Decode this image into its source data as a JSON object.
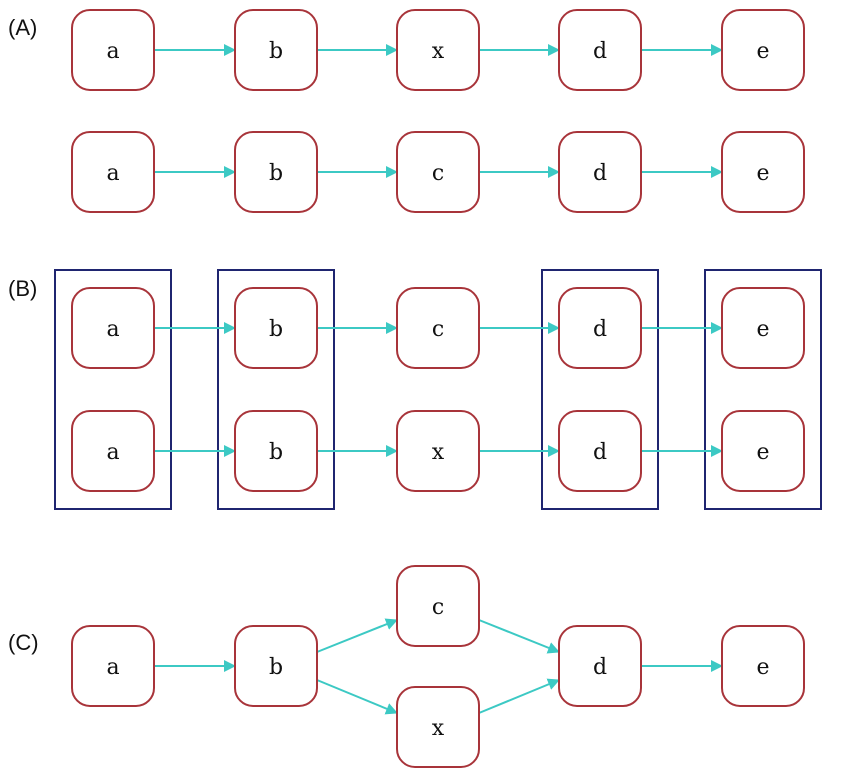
{
  "colors": {
    "node_stroke": "#a8343a",
    "edge": "#3cc9c4",
    "group_stroke": "#1f2570",
    "text": "#111111",
    "background": "#ffffff"
  },
  "sections": [
    {
      "id": "A",
      "label": "(A)",
      "rows": [
        {
          "nodes": [
            "a",
            "b",
            "x",
            "d",
            "e"
          ]
        },
        {
          "nodes": [
            "a",
            "b",
            "c",
            "d",
            "e"
          ]
        }
      ],
      "edges": [
        [
          "r1n1",
          "r1n2"
        ],
        [
          "r1n2",
          "r1n3"
        ],
        [
          "r1n3",
          "r1n4"
        ],
        [
          "r1n4",
          "r1n5"
        ],
        [
          "r2n1",
          "r2n2"
        ],
        [
          "r2n2",
          "r2n3"
        ],
        [
          "r2n3",
          "r2n4"
        ],
        [
          "r2n4",
          "r2n5"
        ]
      ]
    },
    {
      "id": "B",
      "label": "(B)",
      "rows": [
        {
          "nodes": [
            "a",
            "b",
            "c",
            "d",
            "e"
          ]
        },
        {
          "nodes": [
            "a",
            "b",
            "x",
            "d",
            "e"
          ]
        }
      ],
      "groups": [
        "a",
        "b",
        "d",
        "e"
      ],
      "edges": [
        [
          "r1n1",
          "r1n2"
        ],
        [
          "r1n2",
          "r1n3"
        ],
        [
          "r1n3",
          "r1n4"
        ],
        [
          "r1n4",
          "r1n5"
        ],
        [
          "r2n1",
          "r2n2"
        ],
        [
          "r2n2",
          "r2n3"
        ],
        [
          "r2n3",
          "r2n4"
        ],
        [
          "r2n4",
          "r2n5"
        ]
      ]
    },
    {
      "id": "C",
      "label": "(C)",
      "nodes": [
        {
          "id": "a",
          "label": "a"
        },
        {
          "id": "b",
          "label": "b"
        },
        {
          "id": "c",
          "label": "c"
        },
        {
          "id": "x",
          "label": "x"
        },
        {
          "id": "d",
          "label": "d"
        },
        {
          "id": "e",
          "label": "e"
        }
      ],
      "edges": [
        [
          "a",
          "b"
        ],
        [
          "b",
          "c"
        ],
        [
          "b",
          "x"
        ],
        [
          "c",
          "d"
        ],
        [
          "x",
          "d"
        ],
        [
          "d",
          "e"
        ]
      ]
    }
  ]
}
